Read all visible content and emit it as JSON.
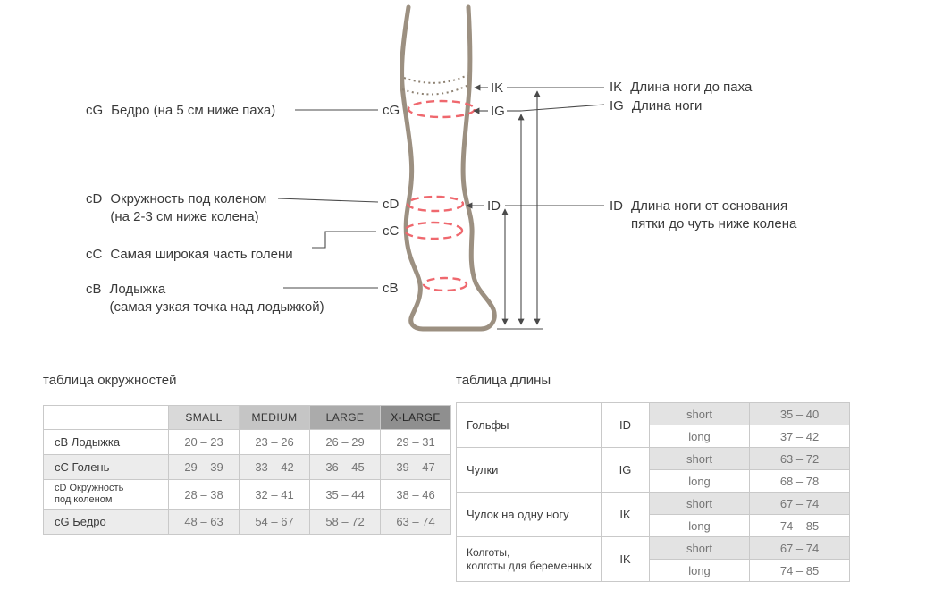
{
  "diagram": {
    "markers": [
      "cG",
      "cD",
      "cC",
      "cB"
    ],
    "arrow_codes": [
      "IK",
      "IG",
      "ID"
    ],
    "left_labels": [
      {
        "code": "cG",
        "line1": "Бедро (на 5 см ниже паха)",
        "line2": ""
      },
      {
        "code": "cD",
        "line1": "Окружность под коленом",
        "line2": "(на 2-3 см ниже колена)"
      },
      {
        "code": "cC",
        "line1": "Самая широкая часть голени",
        "line2": ""
      },
      {
        "code": "cB",
        "line1": "Лодыжка",
        "line2": "(самая узкая точка над лодыжкой)"
      }
    ],
    "right_labels": [
      {
        "code": "IK",
        "line1": "Длина ноги до паха",
        "line2": ""
      },
      {
        "code": "IG",
        "line1": "Длина ноги",
        "line2": ""
      },
      {
        "code": "ID",
        "line1": "Длина ноги от основания",
        "line2": "пятки до чуть ниже колена"
      }
    ],
    "colors": {
      "leg_outline": "#9c9081",
      "measure_ellipse": "#ef686e",
      "measure_line": "#4a4a4a"
    }
  },
  "circumference_table": {
    "title": "таблица окружностей",
    "columns": [
      "SMALL",
      "MEDIUM",
      "LARGE",
      "X-LARGE"
    ],
    "rows": [
      {
        "label": "cB Лодыжка",
        "values": [
          "20 – 23",
          "23 – 26",
          "26 – 29",
          "29 – 31"
        ]
      },
      {
        "label": "cC Голень",
        "values": [
          "29 – 39",
          "33 – 42",
          "36 – 45",
          "39 – 47"
        ]
      },
      {
        "label": "cD Окружность\nпод коленом",
        "values": [
          "28 – 38",
          "32 – 41",
          "35 – 44",
          "38 – 46"
        ]
      },
      {
        "label": "cG Бедро",
        "values": [
          "48 – 63",
          "54 – 67",
          "58 – 72",
          "63 – 74"
        ]
      }
    ]
  },
  "length_table": {
    "title": "таблица длины",
    "rows": [
      {
        "product": "Гольфы",
        "code": "ID",
        "short_label": "short",
        "short_value": "35 – 40",
        "long_label": "long",
        "long_value": "37 – 42"
      },
      {
        "product": "Чулки",
        "code": "IG",
        "short_label": "short",
        "short_value": "63 – 72",
        "long_label": "long",
        "long_value": "68 – 78"
      },
      {
        "product": "Чулок на одну ногу",
        "code": "IK",
        "short_label": "short",
        "short_value": "67 – 74",
        "long_label": "long",
        "long_value": "74 – 85"
      },
      {
        "product": "Колготы,\nколготы для беременных",
        "code": "IK",
        "short_label": "short",
        "short_value": "67 – 74",
        "long_label": "long",
        "long_value": "74 – 85"
      }
    ]
  }
}
